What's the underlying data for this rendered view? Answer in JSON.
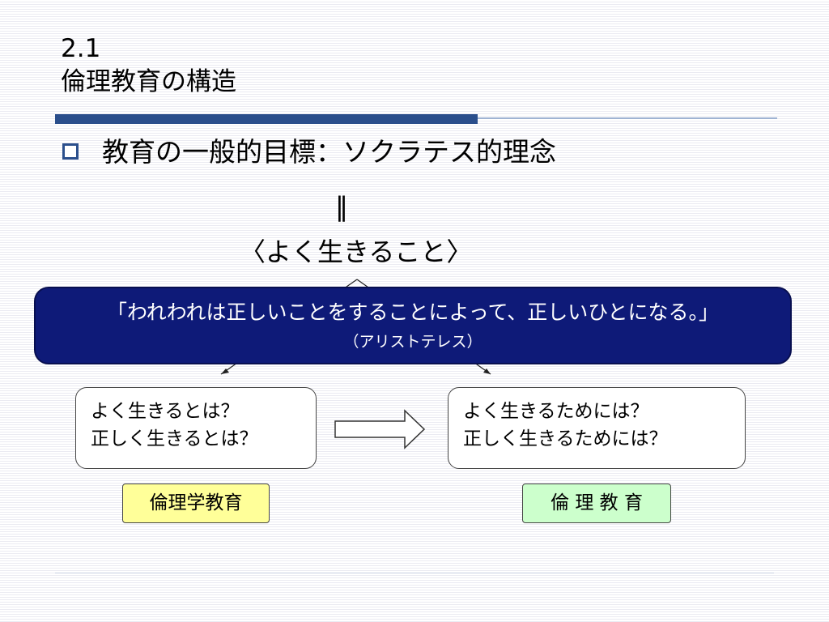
{
  "slide": {
    "number": "2.1",
    "title": "倫理教育の構造"
  },
  "bullet": {
    "text": "教育の一般的目標：ソクラテス的理念"
  },
  "equals": "‖",
  "good_life": "〈よく生きること〉",
  "quote": {
    "text": "「われわれは正しいことをすることによって、正しいひとになる。」",
    "author": "（アリストテレス）"
  },
  "left_box": {
    "line1": "よく生きるとは？",
    "line2": "正しく生きるとは？"
  },
  "right_box": {
    "line1": "よく生きるためには？",
    "line2": "正しく生きるためには？"
  },
  "labels": {
    "ethics_education": "倫理学教育",
    "moral_education": "倫 理 教 育"
  },
  "colors": {
    "accent_blue": "#2b4f8c",
    "quote_box_bg": "#0e1a78",
    "label_yellow": "#ffff99",
    "label_green": "#ccffcc"
  }
}
